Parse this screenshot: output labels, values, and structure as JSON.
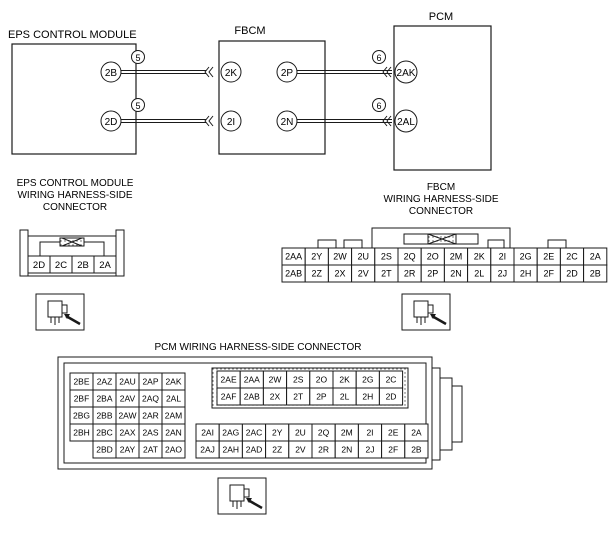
{
  "circuit": {
    "eps": {
      "title": "EPS CONTROL MODULE",
      "pins": [
        "2B",
        "2D"
      ]
    },
    "fbcm": {
      "title": "FBCM",
      "left_pins": [
        "2K",
        "2I"
      ],
      "right_pins": [
        "2P",
        "2N"
      ]
    },
    "pcm": {
      "title": "PCM",
      "pins": [
        "2AK",
        "2AL"
      ]
    },
    "wire_markers_left": [
      "5",
      "5"
    ],
    "wire_markers_right": [
      "6",
      "6"
    ]
  },
  "eps_connector": {
    "title_lines": [
      "EPS CONTROL MODULE",
      "WIRING HARNESS-SIDE",
      "CONNECTOR"
    ],
    "pins": [
      "2D",
      "2C",
      "2B",
      "2A"
    ]
  },
  "fbcm_connector": {
    "title_lines": [
      "FBCM",
      "WIRING HARNESS-SIDE",
      "CONNECTOR"
    ],
    "rows": [
      [
        "2AA",
        "2Y",
        "2W",
        "2U",
        "2S",
        "2Q",
        "2O",
        "2M",
        "2K",
        "2I",
        "2G",
        "2E",
        "2C",
        "2A"
      ],
      [
        "2AB",
        "2Z",
        "2X",
        "2V",
        "2T",
        "2R",
        "2P",
        "2N",
        "2L",
        "2J",
        "2H",
        "2F",
        "2D",
        "2B"
      ]
    ]
  },
  "pcm_connector": {
    "title": "PCM WIRING HARNESS-SIDE CONNECTOR",
    "left_rows": [
      [
        "2BE",
        "2AZ",
        "2AU",
        "2AP",
        "2AK"
      ],
      [
        "2BF",
        "2BA",
        "2AV",
        "2AQ",
        "2AL"
      ],
      [
        "2BG",
        "2BB",
        "2AW",
        "2AR",
        "2AM"
      ],
      [
        "2BH",
        "2BC",
        "2AX",
        "2AS",
        "2AN"
      ],
      [
        "",
        "2BD",
        "2AY",
        "2AT",
        "2AO"
      ]
    ],
    "right_top_rows": [
      [
        "2AE",
        "2AA",
        "2W",
        "2S",
        "2O",
        "2K",
        "2G",
        "2C"
      ],
      [
        "2AF",
        "2AB",
        "2X",
        "2T",
        "2P",
        "2L",
        "2H",
        "2D"
      ]
    ],
    "right_bottom_rows": [
      [
        "2AI",
        "2AG",
        "2AC",
        "2Y",
        "2U",
        "2Q",
        "2M",
        "2I",
        "2E",
        "2A"
      ],
      [
        "2AJ",
        "2AH",
        "2AD",
        "2Z",
        "2V",
        "2R",
        "2N",
        "2J",
        "2F",
        "2B"
      ]
    ]
  }
}
